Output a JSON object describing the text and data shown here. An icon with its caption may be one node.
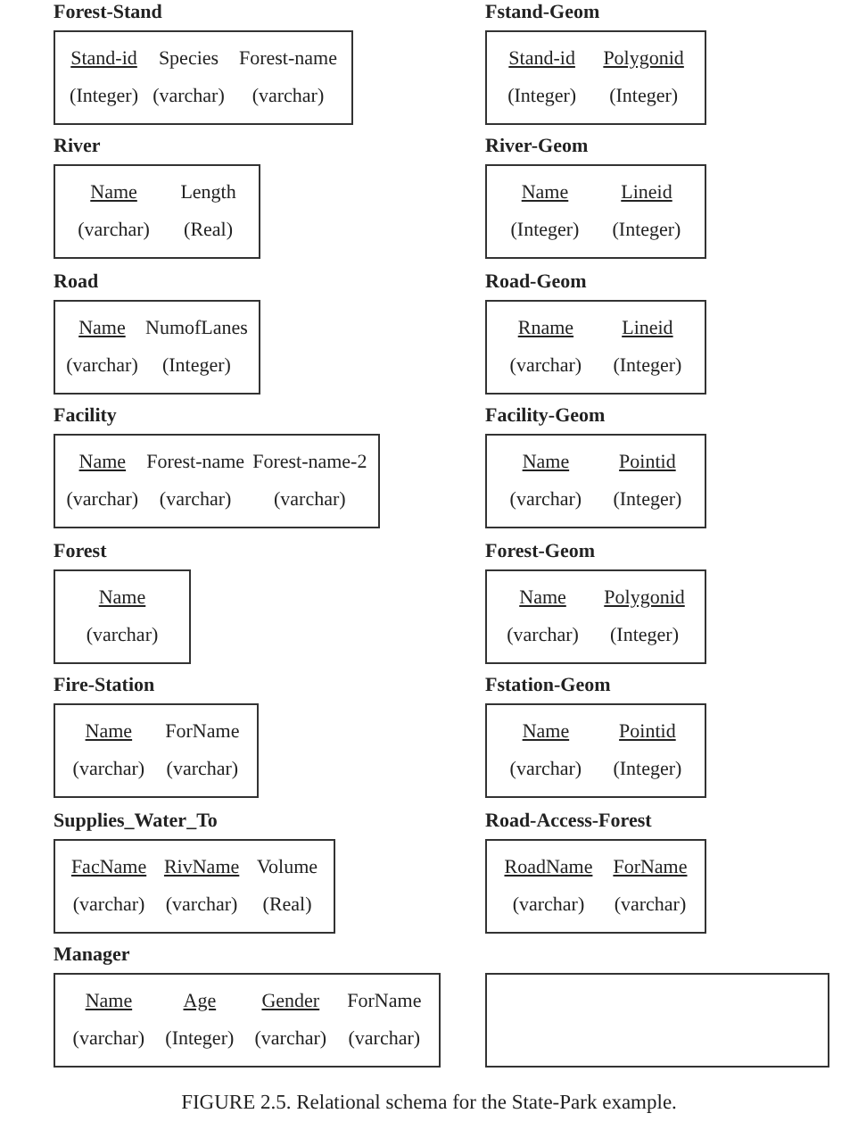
{
  "diagram": {
    "caption": "FIGURE 2.5. Relational schema for the State-Park example.",
    "nodes": [
      {
        "text": [
          "Forest-Stand",
          "Stand-id",
          "Species",
          "Forest-name",
          "(Integer)",
          "(varchar)",
          "(varchar)"
        ]
      },
      {
        "text": [
          "Fstand-Geom",
          "Stand-id",
          "Polygonid",
          "(Integer)",
          "(Integer)"
        ]
      },
      {
        "text": [
          "River",
          "Name",
          "Length",
          "(varchar)",
          "(Real)"
        ]
      },
      {
        "text": [
          "River-Geom",
          "Name",
          "Lineid",
          "(Integer)",
          "(Integer)"
        ]
      },
      {
        "text": [
          "Road",
          "Name",
          "NumofLanes",
          "(varchar)",
          "(Integer)"
        ]
      },
      {
        "text": [
          "Road-Geom",
          "Rname",
          "Lineid",
          "(varchar)",
          "(Integer)"
        ]
      },
      {
        "text": [
          "Facility",
          "Name",
          "Forest-name",
          "Forest-name-2",
          "(varchar)",
          "(varchar)",
          "(varchar)"
        ]
      },
      {
        "text": [
          "Facility-Geom",
          "Name",
          "Pointid",
          "(varchar)",
          "(Integer)"
        ]
      },
      {
        "text": [
          "Forest",
          "Name",
          "(varchar)"
        ]
      },
      {
        "text": [
          "Forest-Geom",
          "Name",
          "Polygonid",
          "(varchar)",
          "(Integer)"
        ]
      },
      {
        "text": [
          "Fire-Station",
          "Name",
          "ForName",
          "(varchar)",
          "(varchar)"
        ]
      },
      {
        "text": [
          "Fstation-Geom",
          "Name",
          "Pointid",
          "(varchar)",
          "(Integer)"
        ]
      },
      {
        "text": [
          "Supplies_Water_To",
          "FacName",
          "RivName",
          "Volume",
          "(varchar)",
          "(varchar)",
          "(Real)"
        ]
      },
      {
        "text": [
          "Road-Access-Forest",
          "RoadName",
          "ForName",
          "(varchar)",
          "(varchar)"
        ]
      },
      {
        "text": [
          "Manager",
          "Name",
          "Age",
          "Gender",
          "ForName",
          "(varchar)",
          "(Integer)",
          "(varchar)",
          "(varchar)"
        ]
      },
      {
        "text": [],
        "shape": "box"
      }
    ]
  }
}
